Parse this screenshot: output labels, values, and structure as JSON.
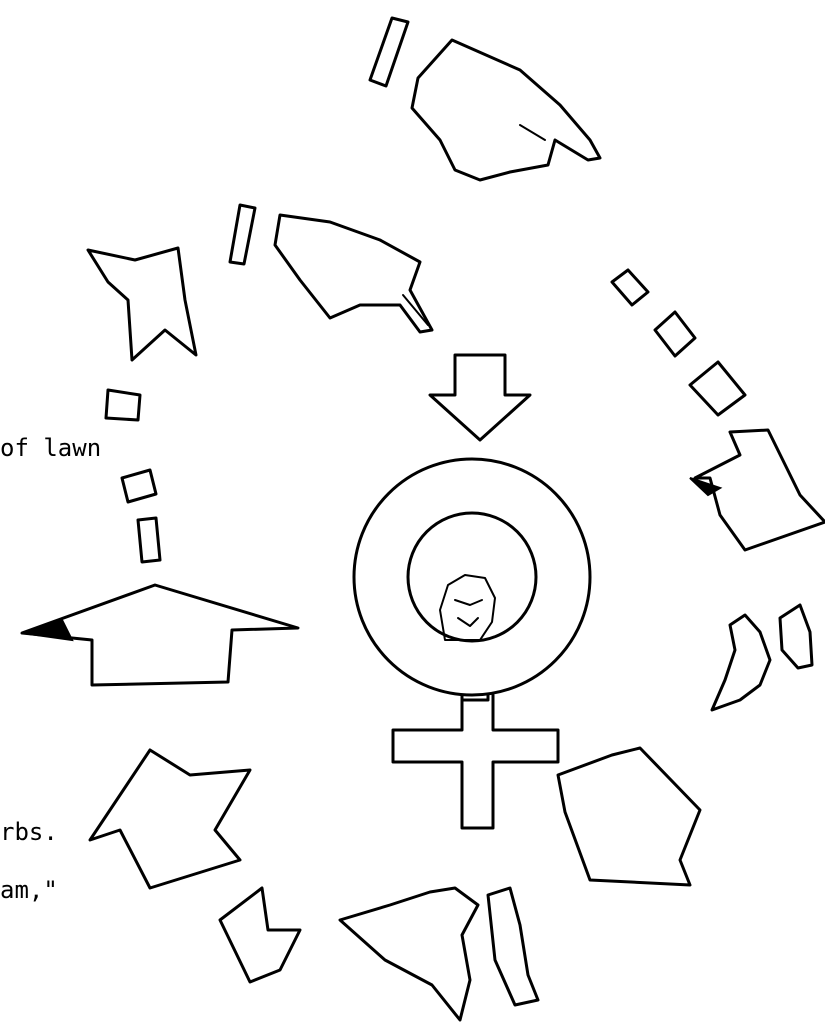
{
  "text_fragments": {
    "line_1": "of lawn",
    "line_2": "rbs.",
    "line_3": "am,\""
  },
  "colors": {
    "ink": "#000000",
    "paper": "#ffffff"
  },
  "figure": {
    "center_symbol": "female-venus-symbol-icon",
    "inner_motif": "raised-fist-icon"
  }
}
